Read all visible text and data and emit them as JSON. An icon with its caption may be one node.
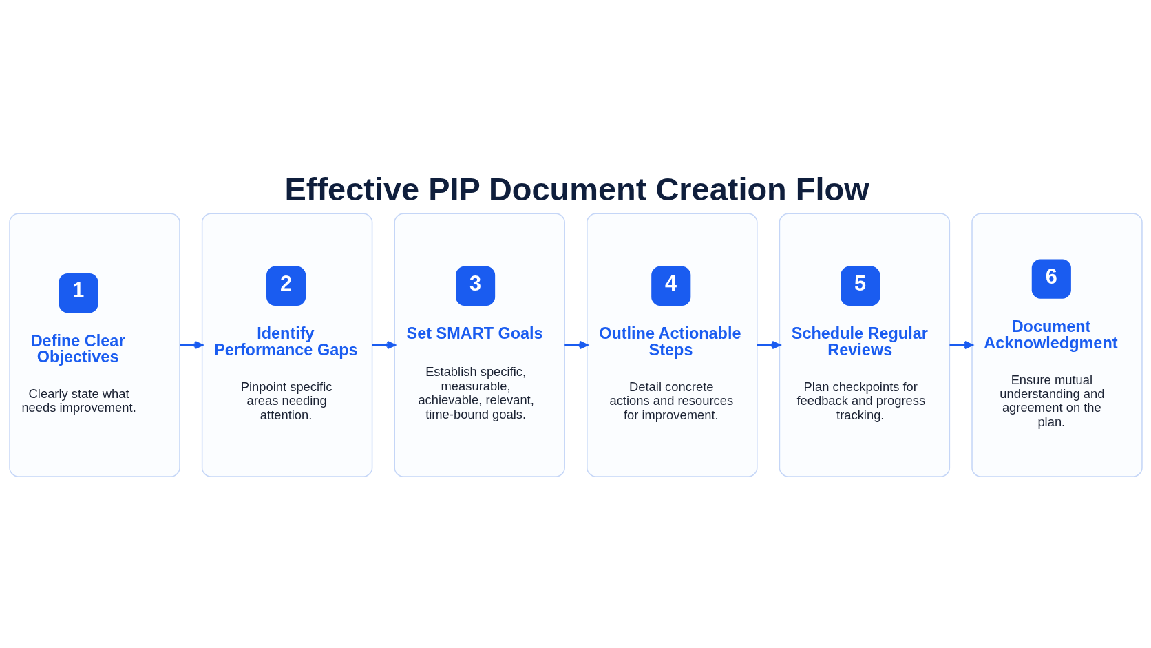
{
  "diagram": {
    "title": "Effective PIP Document Creation Flow",
    "nodes": [
      {
        "text": [
          "1",
          "Define Clear Objectives",
          "Clearly state what needs improvement."
        ]
      },
      {
        "text": [
          "2",
          "Identify Performance Gaps",
          "Pinpoint specific areas needing attention."
        ]
      },
      {
        "text": [
          "3",
          "Set SMART Goals",
          "Establish specific, measurable, achievable, relevant, time-bound goals."
        ]
      },
      {
        "text": [
          "4",
          "Outline Actionable Steps",
          "Detail concrete actions and resources for improvement."
        ]
      },
      {
        "text": [
          "5",
          "Schedule Regular Reviews",
          "Plan checkpoints for feedback and progress tracking."
        ]
      },
      {
        "text": [
          "6",
          "Document Acknowledgment",
          "Ensure mutual understanding and agreement on the plan."
        ]
      }
    ],
    "edges": [
      {
        "from": 0,
        "to": 1,
        "arrow": "to"
      },
      {
        "from": 1,
        "to": 2,
        "arrow": "to"
      },
      {
        "from": 2,
        "to": 3,
        "arrow": "to"
      },
      {
        "from": 3,
        "to": 4,
        "arrow": "to"
      },
      {
        "from": 4,
        "to": 5,
        "arrow": "to"
      }
    ]
  }
}
